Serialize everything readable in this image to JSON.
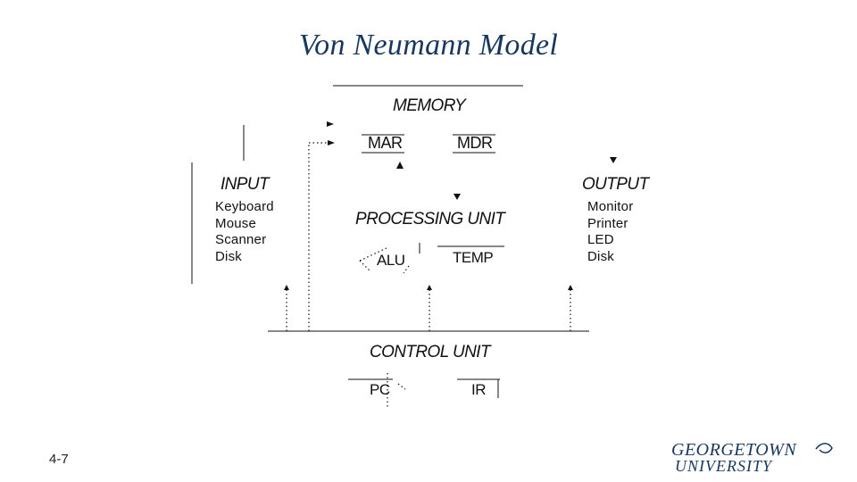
{
  "title": "Von Neumann Model",
  "memory": {
    "label": "MEMORY",
    "mar": "MAR",
    "mdr": "MDR"
  },
  "input": {
    "label": "INPUT",
    "devices": [
      "Keyboard",
      "Mouse",
      "Scanner",
      "Disk"
    ]
  },
  "output": {
    "label": "OUTPUT",
    "devices": [
      "Monitor",
      "Printer",
      "LED",
      "Disk"
    ]
  },
  "processing": {
    "label": "PROCESSING UNIT",
    "alu": "ALU",
    "temp": "TEMP"
  },
  "control": {
    "label": "CONTROL UNIT",
    "pc": "PC",
    "ir": "IR"
  },
  "footer": {
    "slide_number": "4-7",
    "logo_line1": "GEORGETOWN",
    "logo_line2": "UNIVERSITY"
  },
  "colors": {
    "title": "#17375e",
    "logo": "#17375e",
    "lines": "#111111"
  }
}
